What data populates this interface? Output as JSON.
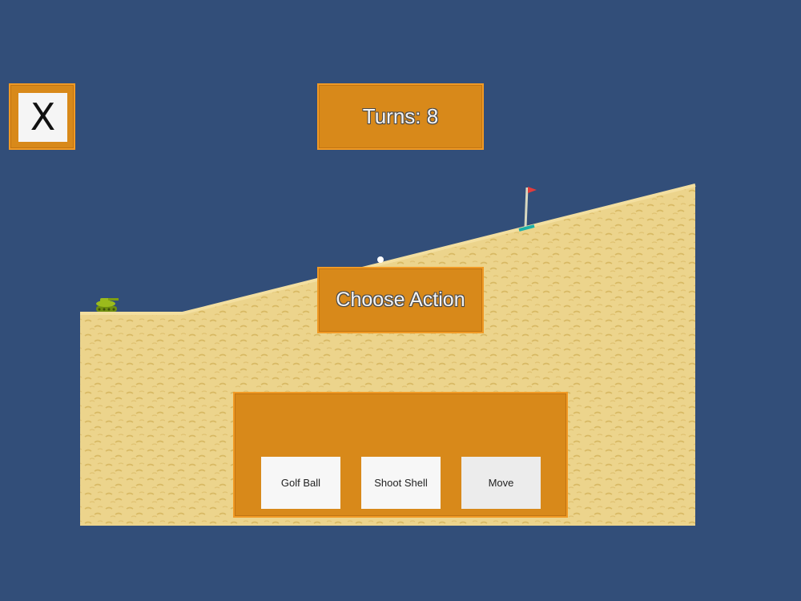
{
  "hud": {
    "close_label": "X",
    "turns_label": "Turns: 8",
    "status_label": "Choose Action"
  },
  "actions": [
    {
      "label": "Golf Ball"
    },
    {
      "label": "Shoot Shell"
    },
    {
      "label": "Move"
    }
  ],
  "colors": {
    "background": "#324e79",
    "sand": "#ecd48c",
    "panel": "#d8891a",
    "panel_border": "#f19a25",
    "tank": "#9bbb1c",
    "flag": "#e23b3b",
    "hole_marker": "#1bb0a8"
  },
  "icons": {
    "player": "tank-icon",
    "goal": "flag-icon",
    "projectile": "golf-ball-icon"
  }
}
